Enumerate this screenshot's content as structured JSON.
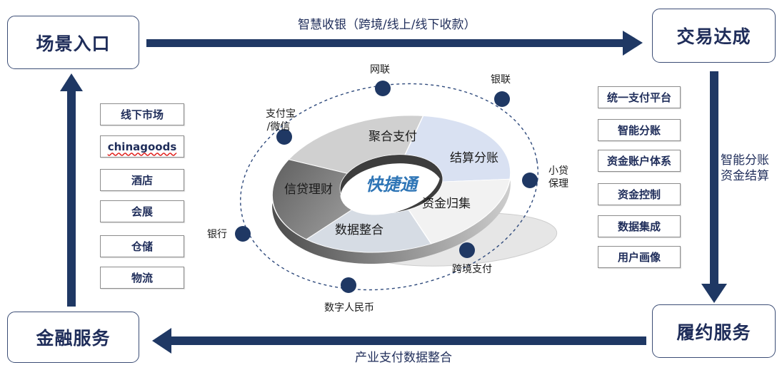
{
  "colors": {
    "accent": "#1f3864",
    "logo": "#2e75b6",
    "orbit": "#2f4a7c",
    "segment_payment": "#d0d0d0",
    "segment_settlement": "#d9e1f2",
    "segment_collection": "#f2f2f2",
    "segment_data": "#d6dce4",
    "segment_credit": "#7a7a7a"
  },
  "stages": {
    "scene_entry": "场景入口",
    "transaction": "交易达成",
    "fulfillment": "履约服务",
    "finance": "金融服务"
  },
  "flows": {
    "top": "智慧收银（跨境/线上/线下收款）",
    "right_line1": "智能分账",
    "right_line2": "资金结算",
    "bottom": "产业支付数据整合"
  },
  "scenes": [
    "线下市场",
    "chinagoods",
    "酒店",
    "会展",
    "仓储",
    "物流"
  ],
  "capabilities": [
    "统一支付平台",
    "智能分账",
    "资金账户体系",
    "资金控制",
    "数据集成",
    "用户画像"
  ],
  "core": {
    "logo": "快捷通",
    "segments": [
      "聚合支付",
      "结算分账",
      "资金归集",
      "数据整合",
      "信贷理财"
    ]
  },
  "channels": {
    "wanglian": "网联",
    "yinlian": "银联",
    "alipay_line1": "支付宝",
    "alipay_line2": "/微信",
    "loan_line1": "小贷",
    "loan_line2": "保理",
    "bank": "银行",
    "crossborder": "跨境支付",
    "ecny": "数字人民币"
  }
}
